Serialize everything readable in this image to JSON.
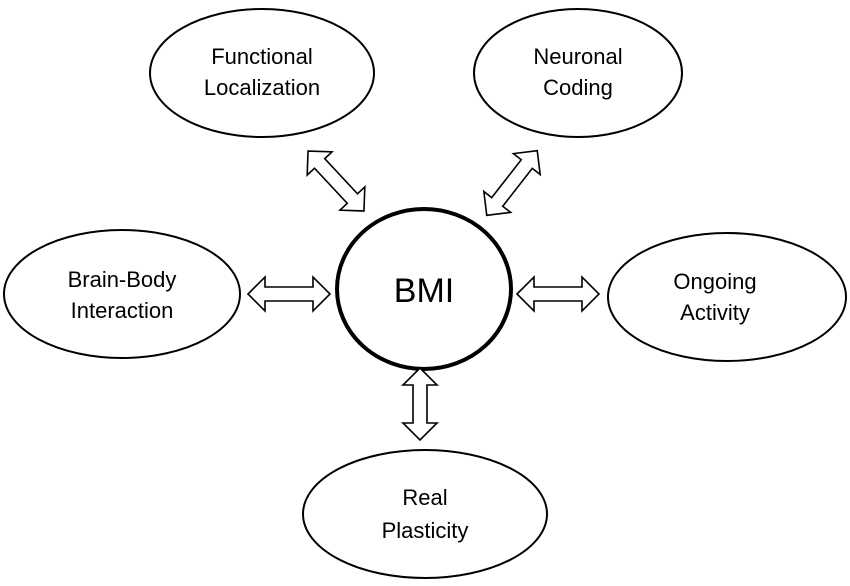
{
  "center": {
    "label": "BMI"
  },
  "nodes": {
    "functional_localization": {
      "line1": "Functional",
      "line2": "Localization"
    },
    "neuronal_coding": {
      "line1": "Neuronal",
      "line2": "Coding"
    },
    "brain_body_interaction": {
      "line1": "Brain-Body",
      "line2": "Interaction"
    },
    "ongoing_activity": {
      "line1": "Ongoing",
      "line2": "Activity"
    },
    "real_plasticity": {
      "line1": "Real",
      "line2": "Plasticity"
    }
  },
  "edges": [
    {
      "from": "center",
      "to": "functional_localization",
      "type": "double-arrow"
    },
    {
      "from": "center",
      "to": "neuronal_coding",
      "type": "double-arrow"
    },
    {
      "from": "center",
      "to": "brain_body_interaction",
      "type": "double-arrow"
    },
    {
      "from": "center",
      "to": "ongoing_activity",
      "type": "double-arrow"
    },
    {
      "from": "center",
      "to": "real_plasticity",
      "type": "double-arrow"
    }
  ]
}
